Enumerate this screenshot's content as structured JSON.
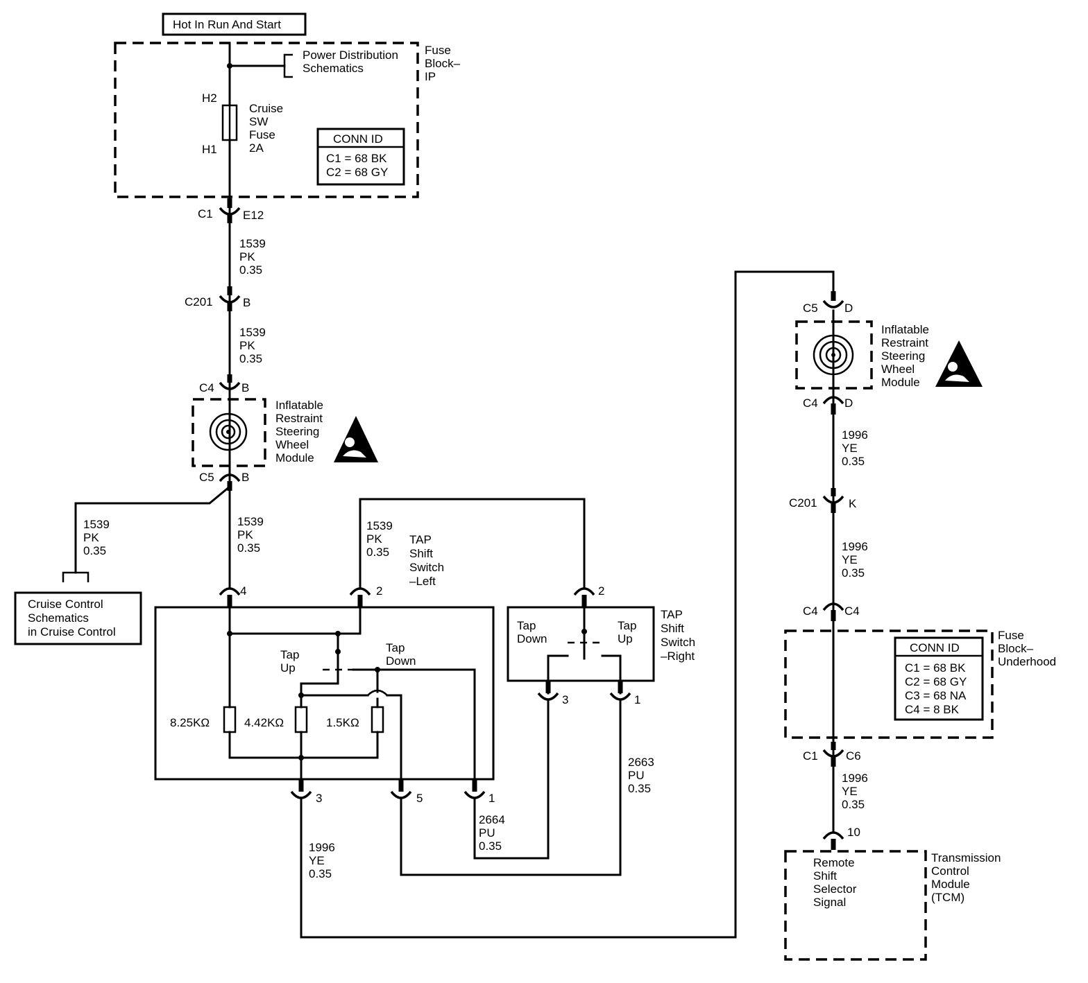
{
  "header": {
    "label": "Hot In Run And Start"
  },
  "fuse_block_ip": {
    "title": [
      "Fuse",
      "Block–",
      "IP"
    ],
    "power_ref": [
      "Power Distribution",
      "Schematics"
    ],
    "fuse": {
      "top_pin": "H2",
      "bottom_pin": "H1",
      "name": [
        "Cruise",
        "SW",
        "Fuse",
        "2A"
      ]
    },
    "conn_id": {
      "title": "CONN ID",
      "rows": [
        "C1 = 68 BK",
        "C2 = 68 GY"
      ]
    }
  },
  "connectors_left": {
    "c1_e12": [
      "C1",
      "E12"
    ],
    "c201_b": [
      "C201",
      "B"
    ],
    "c4_b": [
      "C4",
      "B"
    ],
    "c5_b": [
      "C5",
      "B"
    ]
  },
  "wires_left": {
    "w1": [
      "1539",
      "PK",
      "0.35"
    ],
    "w2": [
      "1539",
      "PK",
      "0.35"
    ],
    "w3": [
      "1539",
      "PK",
      "0.35"
    ],
    "w4": [
      "1539",
      "PK",
      "0.35"
    ],
    "w5": [
      "1539",
      "PK",
      "0.35"
    ],
    "w_yellow": [
      "1996",
      "YE",
      "0.35"
    ],
    "w_2664": [
      "2664",
      "PU",
      "0.35"
    ],
    "w_2663": [
      "2663",
      "PU",
      "0.35"
    ]
  },
  "airbag_left": {
    "label": [
      "Inflatable",
      "Restraint",
      "Steering",
      "Wheel",
      "Module"
    ]
  },
  "airbag_right": {
    "label": [
      "Inflatable",
      "Restraint",
      "Steering",
      "Wheel",
      "Module"
    ]
  },
  "cruise_ref": [
    "Cruise Control",
    "Schematics",
    "in Cruise Control"
  ],
  "tap_left": {
    "title": [
      "TAP",
      "Shift",
      "Switch",
      "–Left"
    ],
    "tap_up": [
      "Tap",
      "Up"
    ],
    "tap_down": [
      "Tap",
      "Down"
    ],
    "resistors": [
      "8.25KΩ",
      "4.42KΩ",
      "1.5KΩ"
    ],
    "pins": {
      "top_left": "4",
      "top_right": "2",
      "bottom_3": "3",
      "bottom_5": "5",
      "bottom_1": "1"
    }
  },
  "tap_right": {
    "title": [
      "TAP",
      "Shift",
      "Switch",
      "–Right"
    ],
    "tap_down": [
      "Tap",
      "Down"
    ],
    "tap_up": [
      "Tap",
      "Up"
    ],
    "pins": {
      "top": "2",
      "bottom_3": "3",
      "bottom_1": "1"
    }
  },
  "right_chain": {
    "c5_d": [
      "C5",
      "D"
    ],
    "c4_d": [
      "C4",
      "D"
    ],
    "c201_k": [
      "C201",
      "K"
    ],
    "c4_c4": [
      "C4",
      "C4"
    ],
    "c1_c6": [
      "C1",
      "C6"
    ],
    "pin10": "10",
    "w1": [
      "1996",
      "YE",
      "0.35"
    ],
    "w2": [
      "1996",
      "YE",
      "0.35"
    ],
    "w3": [
      "1996",
      "YE",
      "0.35"
    ]
  },
  "fuse_block_underhood": {
    "title": [
      "Fuse",
      "Block–",
      "Underhood"
    ],
    "conn_id": {
      "title": "CONN ID",
      "rows": [
        "C1 = 68 BK",
        "C2 = 68 GY",
        "C3 = 68 NA",
        "C4 = 8 BK"
      ]
    }
  },
  "tcm": {
    "title": [
      "Transmission",
      "Control",
      "Module",
      "(TCM)"
    ],
    "signal": [
      "Remote",
      "Shift",
      "Selector",
      "Signal"
    ]
  }
}
